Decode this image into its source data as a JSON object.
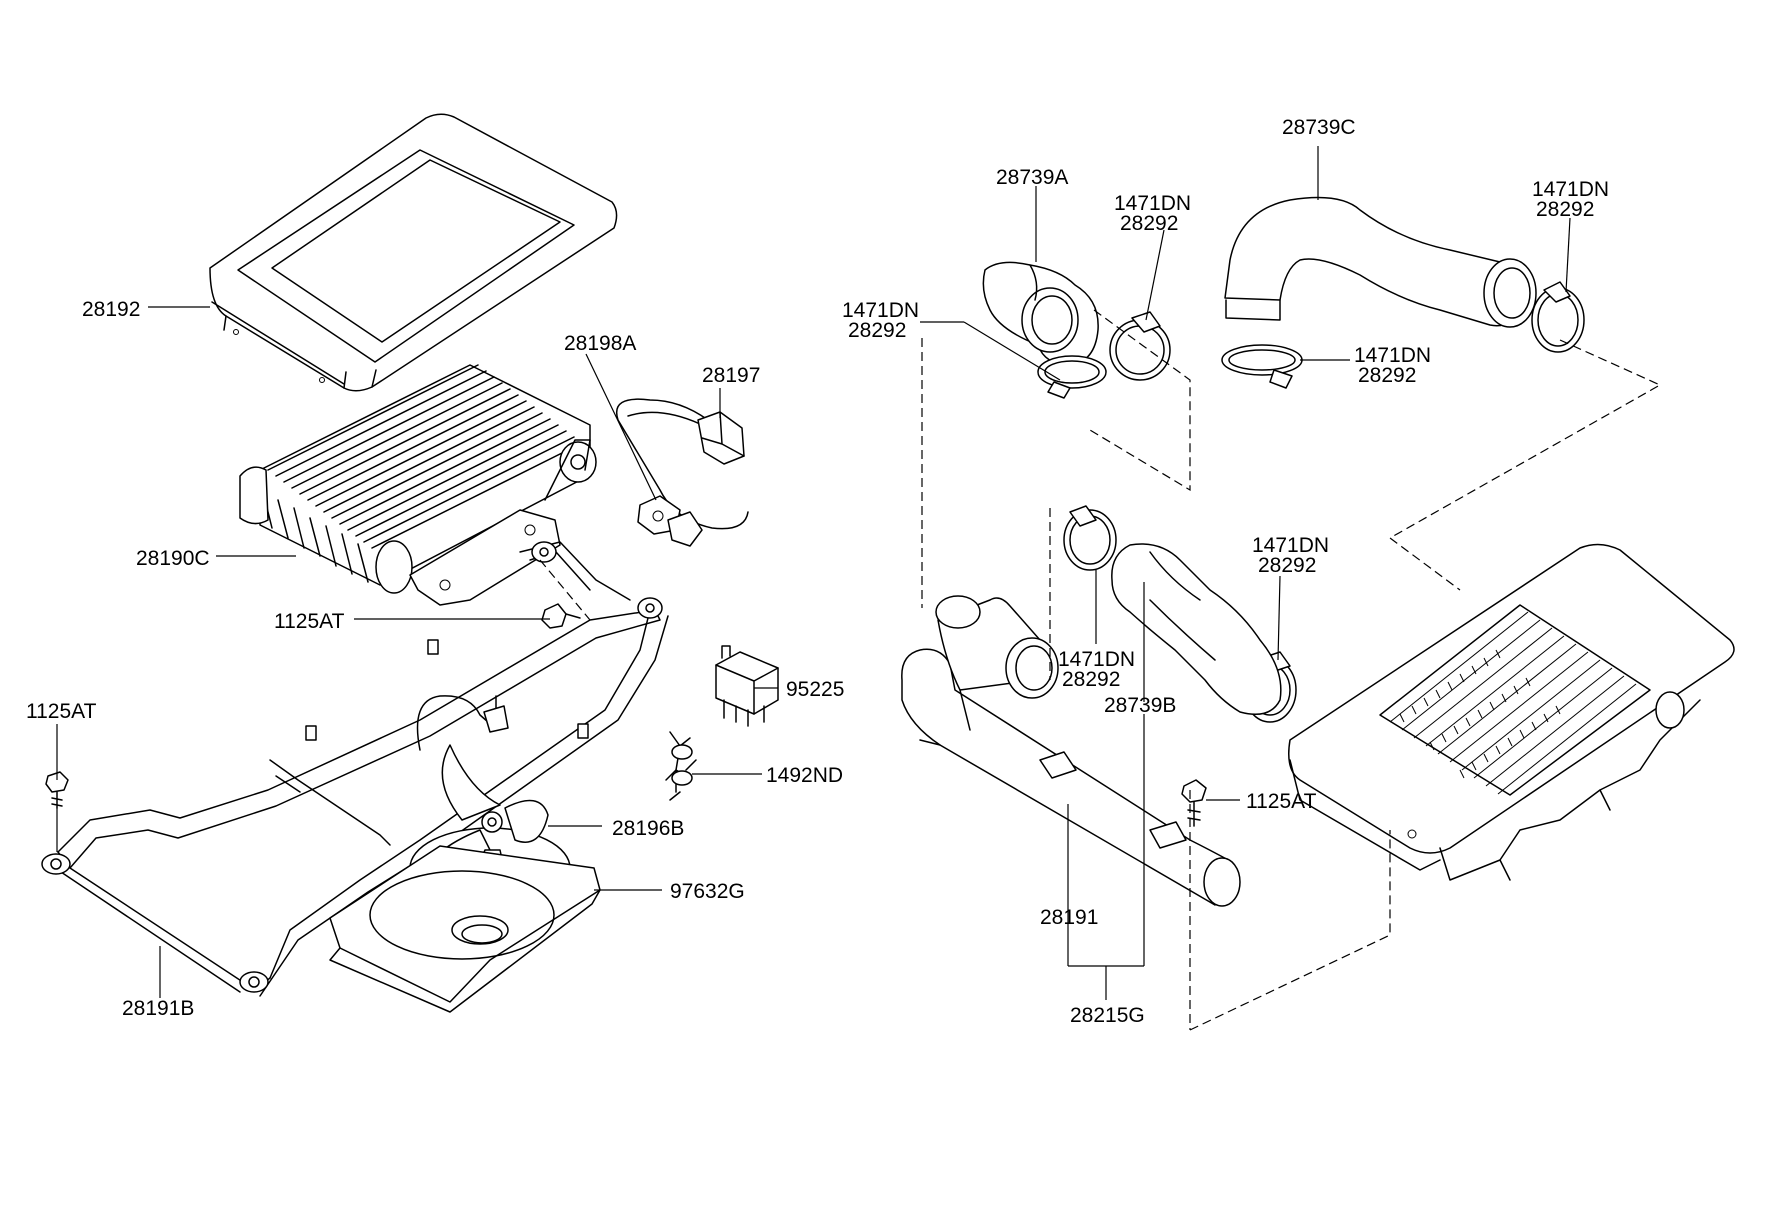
{
  "labels": {
    "p28192": "28192",
    "p28190c": "28190C",
    "p28198a": "28198A",
    "p28197": "28197",
    "p1125at_a": "1125AT",
    "p1125at_b": "1125AT",
    "p95225": "95225",
    "p1492nd": "1492ND",
    "p28196b": "28196B",
    "p97632g": "97632G",
    "p28191b": "28191B",
    "p28739a": "28739A",
    "p28739c": "28739C",
    "p1471dn_a": "1471DN",
    "p28292_a": "28292",
    "p1471dn_b": "1471DN",
    "p28292_b": "28292",
    "p1471dn_c": "1471DN",
    "p28292_c": "28292",
    "p1471dn_d": "1471DN",
    "p28292_d": "28292",
    "p1471dn_e": "1471DN",
    "p28292_e": "28292",
    "p1471dn_f": "1471DN",
    "p28292_f": "28292",
    "p28739b": "28739B",
    "p1125at_c": "1125AT",
    "p28191": "28191",
    "p28215g": "28215G"
  },
  "icons": [
    "intercooler-cover",
    "intercooler-core",
    "hose-elbow",
    "hose-clamp",
    "relay",
    "cooling-fan",
    "fan-shroud",
    "mounting-bracket",
    "intake-pipe",
    "bolt",
    "sensor-harness"
  ]
}
